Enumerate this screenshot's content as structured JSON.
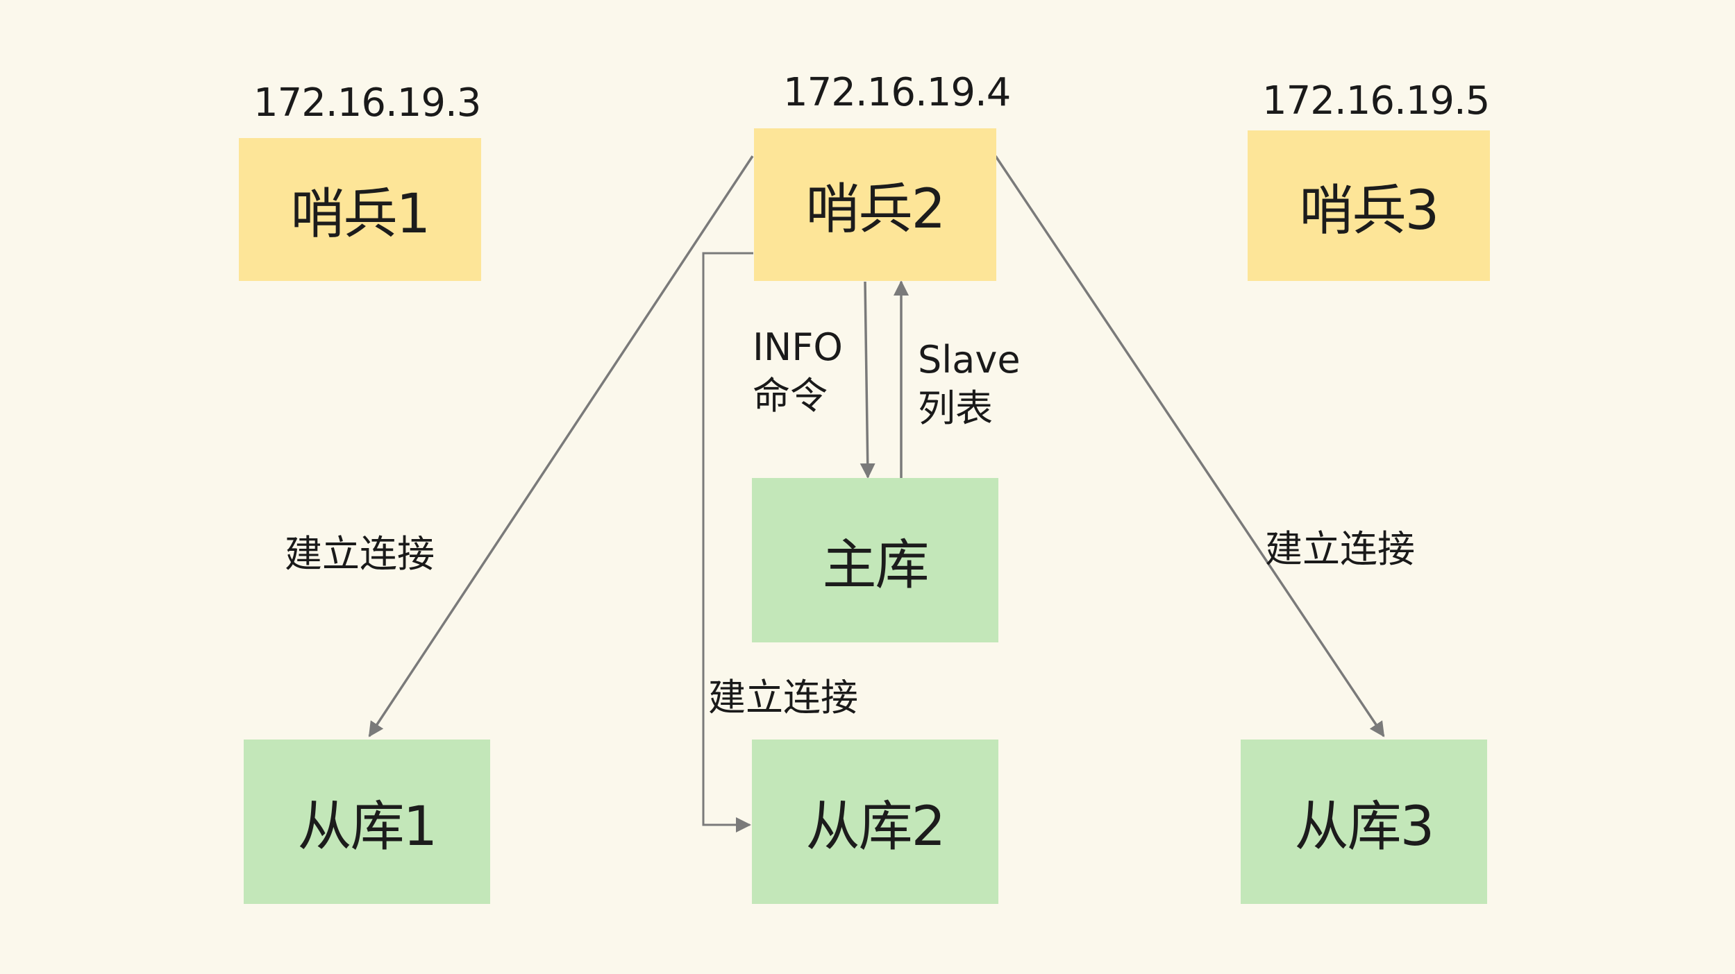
{
  "sentinels": [
    {
      "ip": "172.16.19.3",
      "label": "哨兵1"
    },
    {
      "ip": "172.16.19.4",
      "label": "哨兵2"
    },
    {
      "ip": "172.16.19.5",
      "label": "哨兵3"
    }
  ],
  "master": {
    "label": "主库"
  },
  "replicas": [
    {
      "label": "从库1"
    },
    {
      "label": "从库2"
    },
    {
      "label": "从库3"
    }
  ],
  "edges": {
    "info_command": [
      "INFO",
      "命令"
    ],
    "slave_list": [
      "Slave",
      "列表"
    ],
    "connect_left": "建立连接",
    "connect_middle": "建立连接",
    "connect_right": "建立连接"
  },
  "colors": {
    "background": "#fbf8ec",
    "sentinel_fill": "#fde598",
    "database_fill": "#c3e7b9",
    "arrow": "#7a7a7a"
  }
}
